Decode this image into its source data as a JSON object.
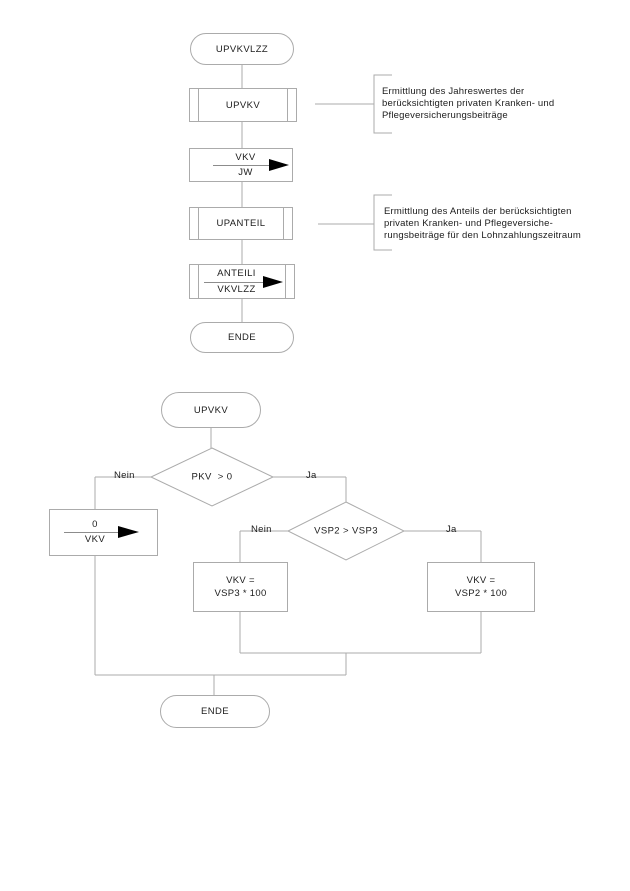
{
  "colors": {
    "line": "#ababab",
    "text": "#1c1c1c",
    "arrow": "#000000"
  },
  "flow1": {
    "start": "UPVKVLZZ",
    "call1": "UPVKV",
    "assign1": {
      "num": "VKV",
      "den": "JW"
    },
    "call2": "UPANTEIL",
    "assign2": {
      "num": "ANTEILI",
      "den": "VKVLZZ"
    },
    "end": "ENDE",
    "annotation1": {
      "lines": [
        "Ermittlung des Jahreswertes der",
        "berücksichtigten privaten Kranken- und",
        "Pflegeversicherungsbeiträge"
      ]
    },
    "annotation2": {
      "lines": [
        "Ermittlung des Anteils der berücksichtigten",
        "privaten Kranken- und Pflegeversiche-",
        "rungsbeiträge für den Lohnzahlungszeitraum"
      ]
    }
  },
  "flow2": {
    "start": "UPVKV",
    "decision1": {
      "label": "PKV  > 0",
      "no": "Nein",
      "yes": "Ja"
    },
    "assign_zero": {
      "num": "0",
      "den": "VKV"
    },
    "decision2": {
      "label": "VSP2 > VSP3",
      "no": "Nein",
      "yes": "Ja"
    },
    "result_no": {
      "line1": "VKV =",
      "line2": "VSP3 * 100"
    },
    "result_yes": {
      "line1": "VKV =",
      "line2": "VSP2 * 100"
    },
    "end": "ENDE"
  }
}
